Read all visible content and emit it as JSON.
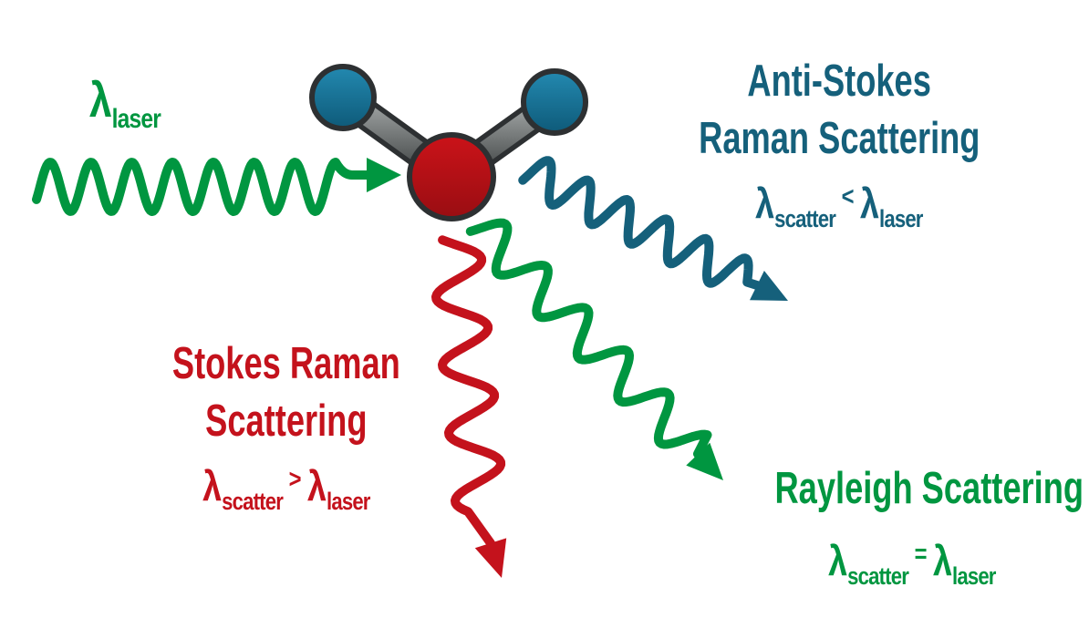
{
  "colors": {
    "background": "#ffffff",
    "green": "#009640",
    "red": "#c4121c",
    "teal": "#15607b",
    "atom_oxygen_red": "#c0111a",
    "atom_hydrogen_blue": "#1a7da3",
    "bond_gray": "#6f7373",
    "outline_dark": "#2d3032"
  },
  "incident_label": {
    "lambda": "λ",
    "subscript": "laser"
  },
  "anti_stokes": {
    "title_line1": "Anti-Stokes",
    "title_line2": "Raman Scattering",
    "formula": {
      "lambda1": "λ",
      "sub1": "scatter",
      "operator": "<",
      "lambda2": "λ",
      "sub2": "laser"
    }
  },
  "stokes": {
    "title_line1": "Stokes Raman",
    "title_line2": "Scattering",
    "formula": {
      "lambda1": "λ",
      "sub1": "scatter",
      "operator": ">",
      "lambda2": "λ",
      "sub2": "laser"
    }
  },
  "rayleigh": {
    "title": "Rayleigh Scattering",
    "formula": {
      "lambda1": "λ",
      "sub1": "scatter",
      "operator": "=",
      "lambda2": "λ",
      "sub2": "laser"
    }
  }
}
